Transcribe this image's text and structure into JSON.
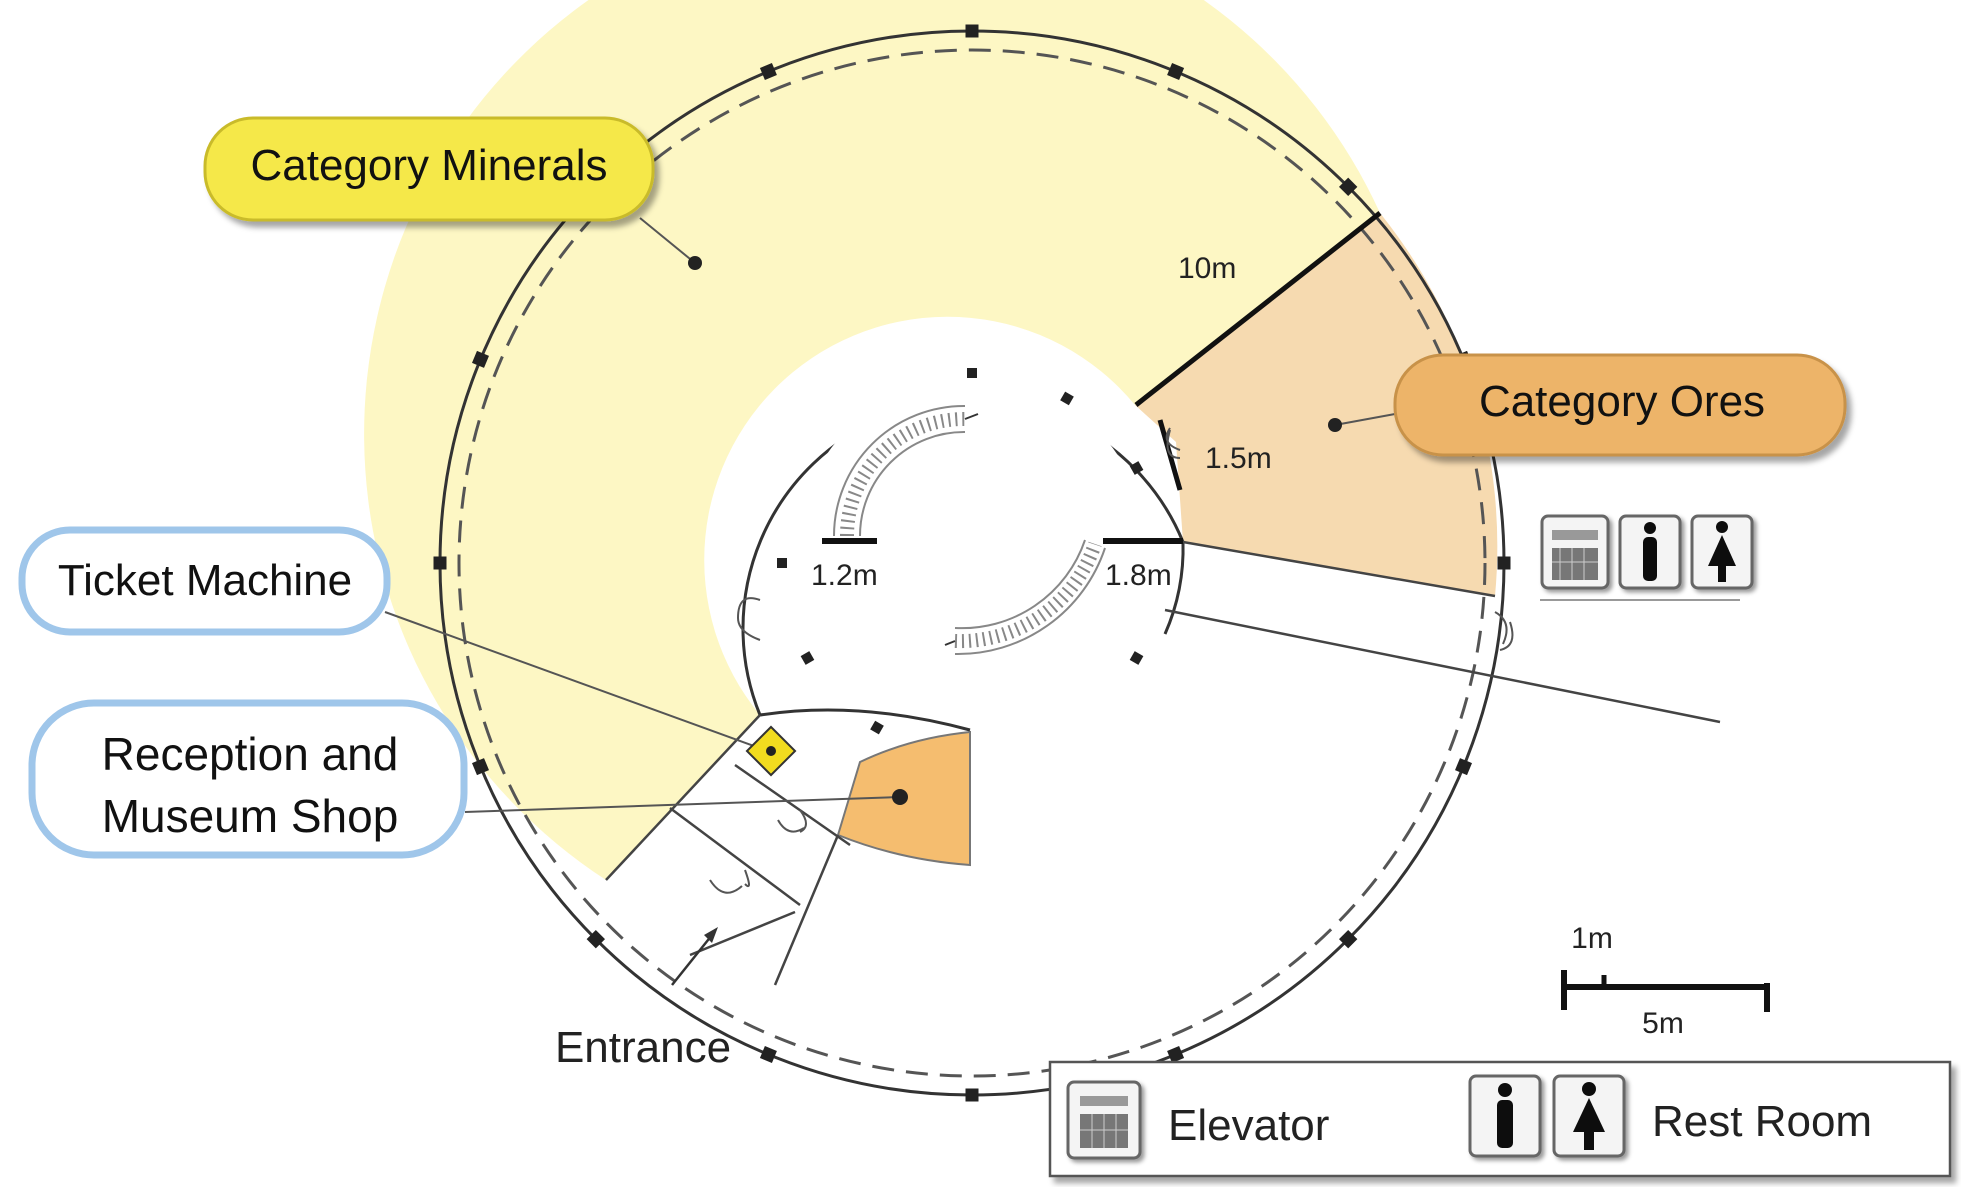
{
  "callouts": {
    "minerals": "Category Minerals",
    "ores": "Category Ores",
    "ticket": "Ticket Machine",
    "reception_line1": "Reception and",
    "reception_line2": "Museum Shop"
  },
  "dimensions": {
    "outer_radius": "10m",
    "ring_gap": "1.5m",
    "stair_left": "1.2m",
    "stair_right": "1.8m"
  },
  "entrance": "Entrance",
  "scale_bar": {
    "small": "1m",
    "large": "5m"
  },
  "legend": {
    "elevator": "Elevator",
    "restroom": "Rest Room"
  },
  "icons": {
    "elevator": "elevator-icon",
    "male": "male-restroom-icon",
    "female": "female-restroom-icon"
  },
  "colors": {
    "minerals_fill": "#fdf7c4",
    "ores_fill": "#f6dab0",
    "reception_fill": "#f5bd6f",
    "minerals_bubble": "#f5e84a",
    "ores_bubble": "#edb469",
    "info_bubble_border": "#9fc6ea",
    "ticket_fill": "#f2dc1f"
  }
}
